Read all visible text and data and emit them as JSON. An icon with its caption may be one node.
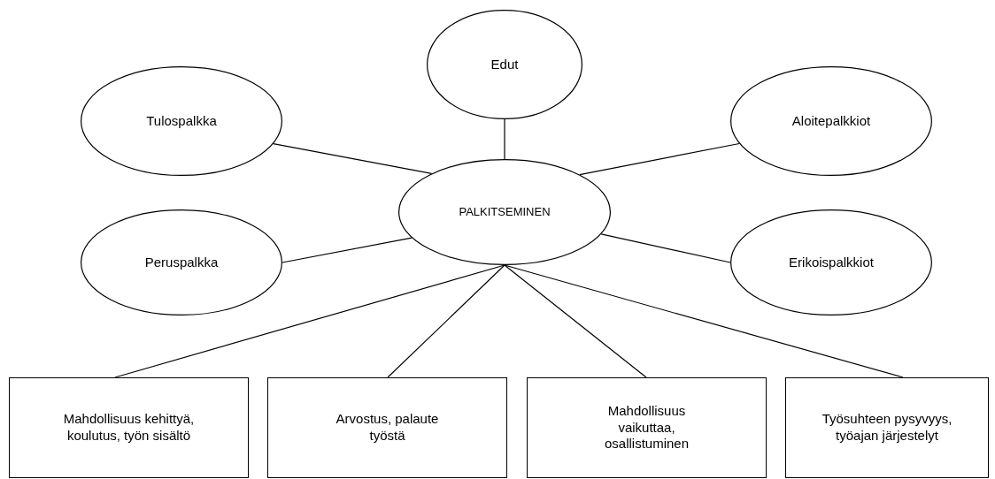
{
  "diagram": {
    "nodes": [
      {
        "text": [
          "Edut"
        ]
      },
      {
        "text": [
          "Tulospalkka"
        ]
      },
      {
        "text": [
          "Aloitepalkkiot"
        ]
      },
      {
        "text": [
          "PALKITSEMINEN"
        ]
      },
      {
        "text": [
          "Peruspalkka"
        ]
      },
      {
        "text": [
          "Erikoispalkkiot"
        ]
      },
      {
        "text": [
          "Mahdollisuus kehittyä, koulutus, työn sisältö"
        ]
      },
      {
        "text": [
          "Arvostus, palaute työstä"
        ]
      },
      {
        "text": [
          "Mahdollisuus vaikuttaa, osallistuminen"
        ]
      },
      {
        "text": [
          "Työsuhteen pysyvyys, työajan järjestelyt"
        ]
      }
    ],
    "edges": [
      {
        "from": 3,
        "to": 0,
        "arrow": "none"
      },
      {
        "from": 3,
        "to": 1,
        "arrow": "none"
      },
      {
        "from": 3,
        "to": 2,
        "arrow": "none"
      },
      {
        "from": 3,
        "to": 4,
        "arrow": "none"
      },
      {
        "from": 3,
        "to": 5,
        "arrow": "none"
      },
      {
        "from": 3,
        "to": 6,
        "arrow": "none"
      },
      {
        "from": 3,
        "to": 7,
        "arrow": "none"
      },
      {
        "from": 3,
        "to": 8,
        "arrow": "none"
      },
      {
        "from": 3,
        "to": 9,
        "arrow": "none"
      }
    ]
  }
}
